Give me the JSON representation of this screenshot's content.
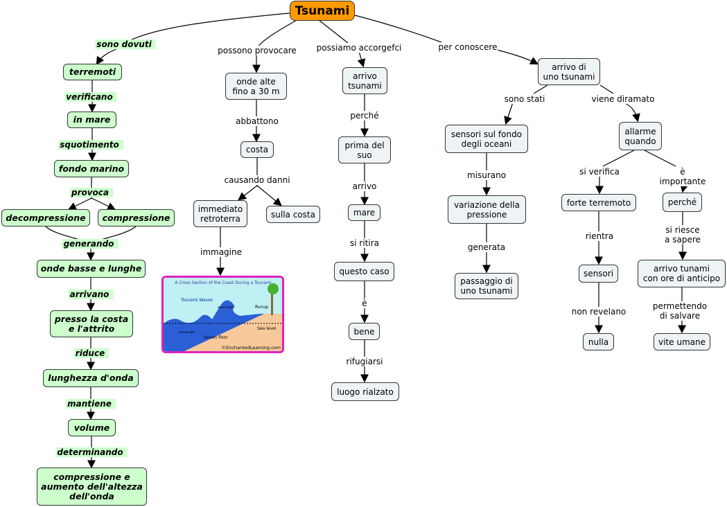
{
  "root": "Tsunami",
  "left": {
    "l_sono_dovuti": "sono dovuti",
    "terremoti": "terremoti",
    "l_verificano": "verificano",
    "in_mare": "in mare",
    "l_squotimento": "squotimento",
    "fondo_marino": "fondo marino",
    "l_provoca": "provoca",
    "decompressione": "decompressione",
    "compressione": "compressione",
    "l_generando": "generando",
    "onde_basse": "onde basse e lunghe",
    "l_arrivano": "arrivano",
    "presso": "presso la costa\ne l'attrito",
    "l_riduce": "riduce",
    "lunghezza": "lunghezza d'onda",
    "l_mantiene": "mantiene",
    "volume": "volume",
    "l_determinando": "determinando",
    "compressione_aumento": "compressione e\naumento dell'altezza\ndell'onda"
  },
  "col2": {
    "l_possono": "possono provocare",
    "onde_alte": "onde alte\nfino a  30 m",
    "l_abbattono": "abbattono",
    "costa": "costa",
    "l_causando": "causando danni",
    "immediato": "immediato\nretroterra",
    "sulla_costa": "sulla costa",
    "l_immagine": "immagine",
    "image": {
      "title": "A Cross Section of the Coast During a Tsunami",
      "waves": "Tsunami Waves",
      "wave_height": "wave height",
      "runup": "Runup",
      "sea_level": "Sea level",
      "wavelength": "wavelength",
      "ocean_floor": "Ocean floor",
      "credit": "©EnchantedLearning.com"
    }
  },
  "col3": {
    "l_possiamo": "possiamo accorgefci",
    "arrivo_tsunami": "arrivo\ntsunami",
    "l_perche": "perché",
    "prima": "prima del\nsuo",
    "l_arrivo": "arrivo",
    "mare": "mare",
    "l_si_ritira": "si ritira",
    "questo_caso": "questo caso",
    "l_e": "è",
    "bene": "bene",
    "l_rifugiarsi": "rifugiarsi",
    "luogo": "luogo rialzato"
  },
  "right": {
    "l_per_conoscere": "per conoscere",
    "arrivo_di": "arrivo di\nuno tsunami",
    "l_sono_stati": "sono stati",
    "l_viene": "viene diramato",
    "sensori_fondo": "sensori sul fondo\ndegli oceani",
    "l_misurano": "misurano",
    "variazione": "variazione della\npressione",
    "l_generata": "generata",
    "passaggio": "passaggio di\nuno tsunami",
    "allarme": "allarme\nquando",
    "l_si_verifica": "si verifica",
    "l_importante": "è importante",
    "forte": "forte terremoto",
    "perche2": "perché",
    "l_rientra": "rientra",
    "l_si_riesce": "si riesce\na sapere",
    "sensori": "sensori",
    "arrivo_tunami": "arrivo tunami\ncon ore di anticipo",
    "l_non_revelano": "non revelano",
    "l_permettendo": "permettendo\ndi salvare",
    "nulla": "nulla",
    "vite": "vite umane"
  },
  "colors": {
    "root": "#ff9900",
    "green_node": "#ccffcc",
    "blue_node": "#eef3f6",
    "image_border": "#e020c0"
  }
}
